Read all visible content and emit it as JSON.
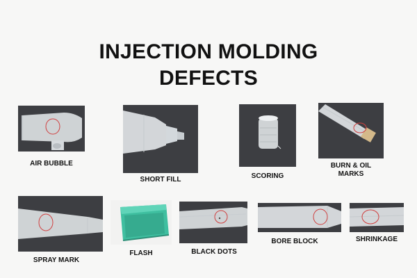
{
  "title": {
    "line1": "INJECTION MOLDING",
    "line2": "DEFECTS"
  },
  "defects": [
    {
      "label": "AIR BUBBLE"
    },
    {
      "label": "SHORT FILL"
    },
    {
      "label": "SCORING"
    },
    {
      "label_line1": "BURN & OIL",
      "label_line2": "MARKS"
    },
    {
      "label": "SPRAY MARK"
    },
    {
      "label": "FLASH"
    },
    {
      "label": "BLACK DOTS"
    },
    {
      "label": "BORE BLOCK"
    },
    {
      "label": "SHRINKAGE"
    }
  ],
  "colors": {
    "background": "#f7f7f6",
    "photo_bg": "#3d3e42",
    "plastic": "#dfe3e6",
    "flash_part": "#3fbfa0",
    "defect_circle": "#d04040"
  }
}
